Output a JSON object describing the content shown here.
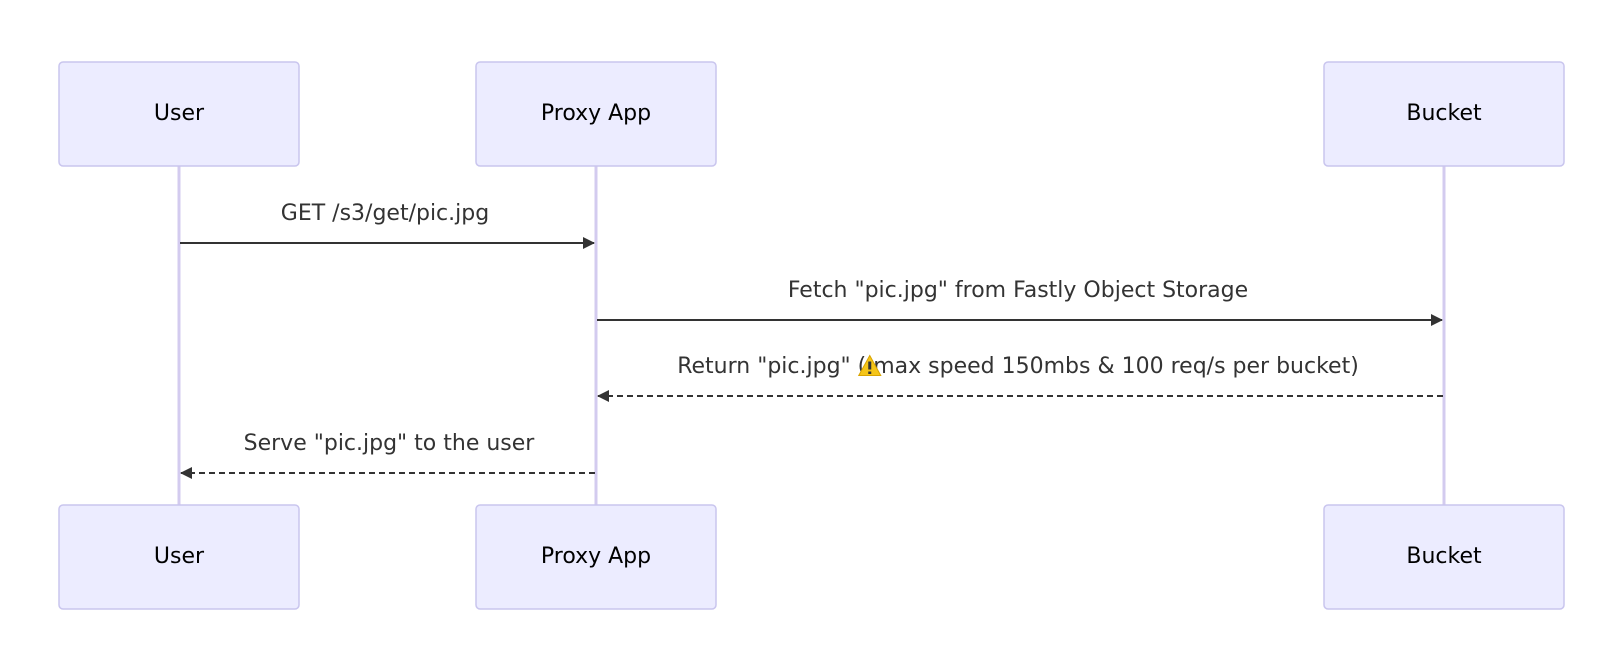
{
  "participants": [
    {
      "id": "user",
      "label": "User"
    },
    {
      "id": "proxy",
      "label": "Proxy App"
    },
    {
      "id": "bucket",
      "label": "Bucket"
    }
  ],
  "messages": [
    {
      "from": "user",
      "to": "proxy",
      "label": "GET /s3/get/pic.jpg",
      "style": "solid"
    },
    {
      "from": "proxy",
      "to": "bucket",
      "label": "Fetch \"pic.jpg\" from Fastly Object Storage",
      "style": "solid"
    },
    {
      "from": "bucket",
      "to": "proxy",
      "label_before": "Return \"pic.jpg\" (",
      "label_icon": "warning-icon",
      "label_after": " max speed 150mbs & 100 req/s per bucket)",
      "style": "dashed"
    },
    {
      "from": "proxy",
      "to": "user",
      "label": "Serve \"pic.jpg\" to the user",
      "style": "dashed"
    }
  ],
  "colors": {
    "actor_fill": "#ececff",
    "actor_stroke": "#c9c5ee",
    "lifeline": "#d3cbef",
    "arrow": "#333333",
    "warning_fill": "#f5c518"
  }
}
